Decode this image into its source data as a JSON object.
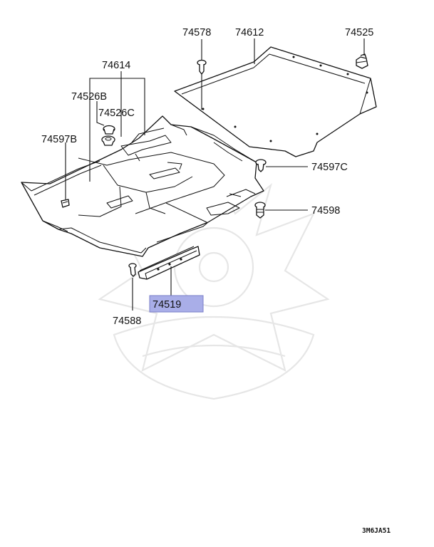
{
  "diagram_code": "3M6JA51",
  "highlight_color": "#a9aee8",
  "callouts": {
    "p74578": "74578",
    "p74612": "74612",
    "p74525": "74525",
    "p74614": "74614",
    "p74526b": "74526B",
    "p74526c": "74526C",
    "p74597b": "74597B",
    "p74597c": "74597C",
    "p74598": "74598",
    "p74519": "74519",
    "p74588": "74588"
  }
}
